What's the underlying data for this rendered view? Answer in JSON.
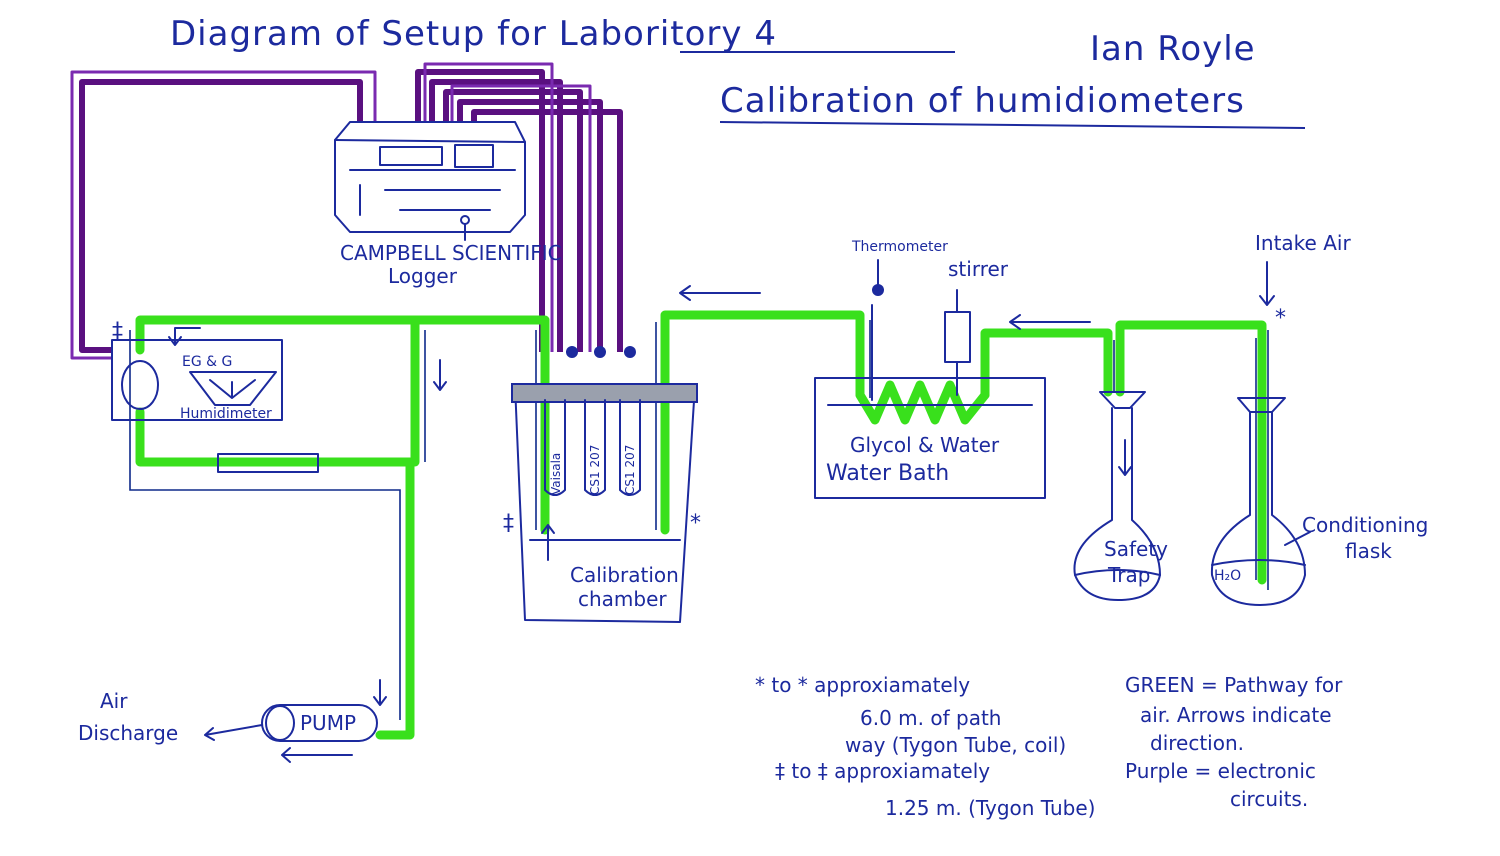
{
  "header": {
    "title": "Diagram of Setup for Laboritory 4",
    "author": "Ian Royle",
    "subtitle": "Calibration of humidiometers"
  },
  "components": {
    "logger_brand": "CAMPBELL SCIENTIFIC",
    "logger_word": "Logger",
    "humidimeter_brand": "EG & G",
    "humidimeter_word": "Humidimeter",
    "thermometer": "Thermometer",
    "stirrer": "stirrer",
    "intake": "Intake Air",
    "chamber_line1": "Calibration",
    "chamber_line2": "chamber",
    "bath_line1": "Glycol & Water",
    "bath_line2": "Water Bath",
    "trap_line1": "Safety",
    "trap_line2": "Trap",
    "flask_line1": "Conditioning",
    "flask_line2": "flask",
    "h2o": "H₂O",
    "pump": "PUMP",
    "discharge_line1": "Air",
    "discharge_line2": "Discharge",
    "sensor_1": "Vaisala",
    "sensor_2": "CS1 207",
    "sensor_3": "CS1 207"
  },
  "markers": {
    "asterisk": "*",
    "double_dagger": "‡"
  },
  "legend": {
    "star_line1": "* to *  approxiamately",
    "star_line2": "6.0 m. of path",
    "star_line3": "way (Tygon Tube, coil)",
    "dagger_line1": "‡ to ‡  approxiamately",
    "dagger_line2": "1.25 m. (Tygon Tube)",
    "green_line1": "GREEN = Pathway for",
    "green_line2": "air. Arrows indicate",
    "green_line3": "direction.",
    "purple_line1": "Purple = electronic",
    "purple_line2": "circuits."
  },
  "colors": {
    "air_path": "#39e01c",
    "electronic": "#5a1080",
    "ink": "#1c2a9e"
  }
}
